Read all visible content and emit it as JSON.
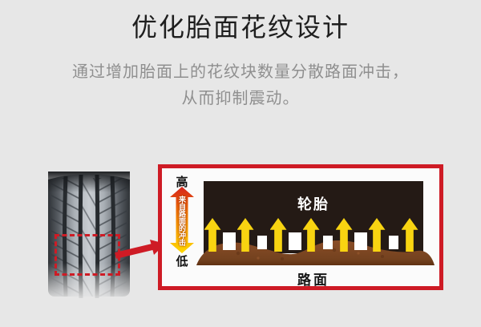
{
  "page": {
    "background": "#e7e7e7"
  },
  "header": {
    "title": "优化胎面花纹设计",
    "subtitle_line1": "通过增加胎面上的花纹块数量分散路面冲击，",
    "subtitle_line2": "从而抑制震动。"
  },
  "figure": {
    "diagram": {
      "border_color": "#ce1b25",
      "impact_scale": {
        "high_label": "高",
        "low_label": "低",
        "arrow_label": "来自路面的冲击",
        "gradient_top_color": "#d6251c",
        "gradient_mid_color": "#f07f00",
        "gradient_bottom_color": "#ffd900"
      },
      "tire_label": "轮胎",
      "tire_color": "#241a15",
      "road_label": "路面",
      "road_color_top": "#8a4d27",
      "road_color_bottom": "#5f3012",
      "impact_arrows": {
        "count": 7,
        "color": "#f8d411"
      },
      "tread_blocks": {
        "count": 6,
        "color": "#ffffff"
      }
    }
  }
}
